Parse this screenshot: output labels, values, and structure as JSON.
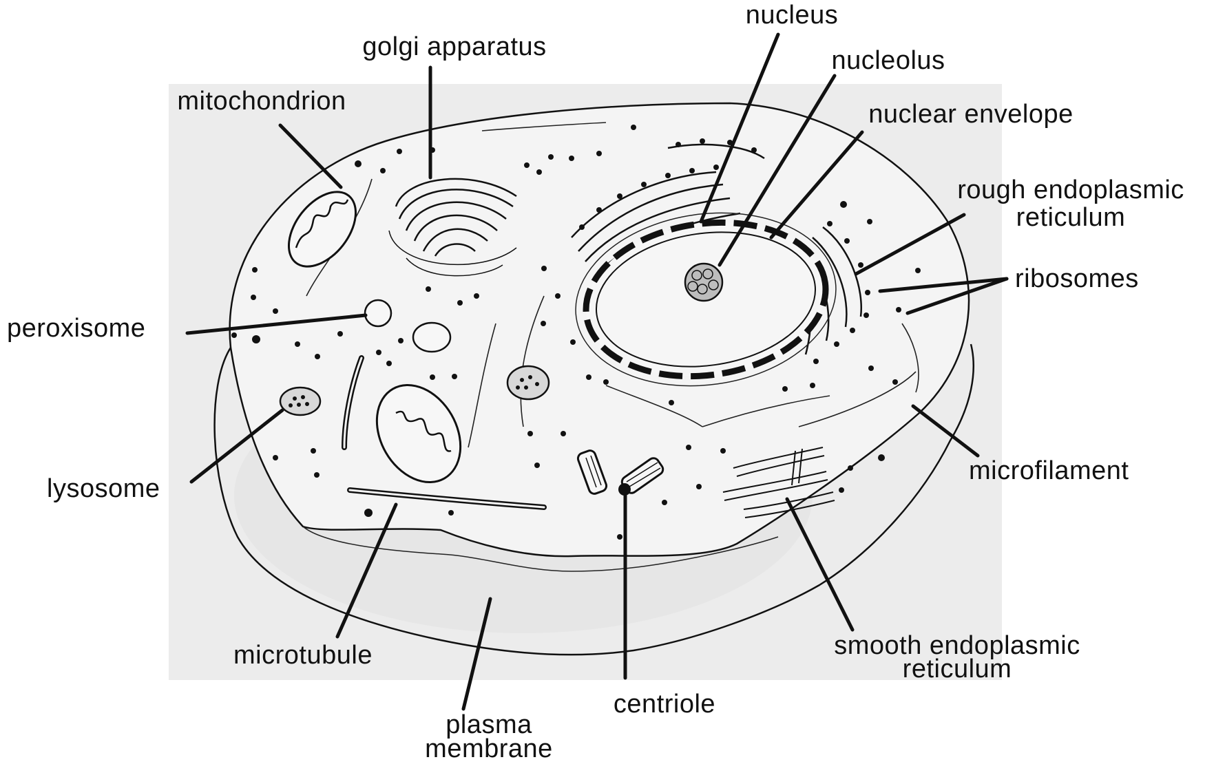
{
  "diagram": {
    "colors": {
      "background": "#ffffff",
      "drawing_panel": "#eeeeee",
      "ink": "#111111"
    },
    "labels": {
      "nucleus": "nucleus",
      "golgi": "golgi apparatus",
      "nucleolus": "nucleolus",
      "mitochondrion": "mitochondrion",
      "nuclear_envelope": "nuclear envelope",
      "rough_er_1": "rough endoplasmic",
      "rough_er_2": "reticulum",
      "ribosomes": "ribosomes",
      "peroxisome": "peroxisome",
      "microfilament": "microfilament",
      "lysosome": "lysosome",
      "smooth_er_1": "smooth endoplasmic",
      "smooth_er_2": "reticulum",
      "microtubule": "microtubule",
      "centriole": "centriole",
      "plasma_membrane_1": "plasma",
      "plasma_membrane_2": "membrane"
    }
  }
}
